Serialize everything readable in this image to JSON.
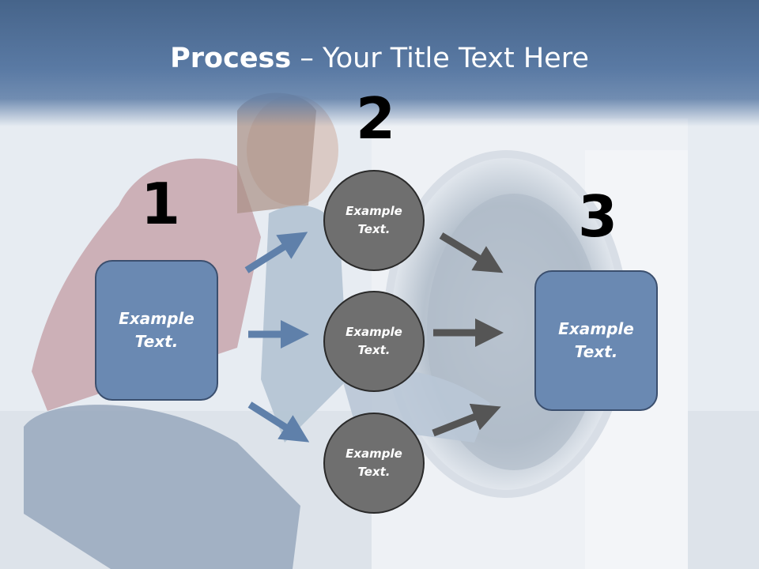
{
  "title": {
    "bold": "Process",
    "rest": " – Your Title Text Here"
  },
  "steps": [
    {
      "number": "1",
      "label": "Example Text."
    },
    {
      "number": "2",
      "items": [
        "Example Text.",
        "Example Text.",
        "Example Text."
      ]
    },
    {
      "number": "3",
      "label": "Example Text."
    }
  ],
  "colors": {
    "box_fill": "#6a89b2",
    "circle_fill": "#6f6f6f",
    "arrow_blue": "#5f80aa",
    "arrow_gray": "#555555",
    "title_band": "#4f6f99"
  }
}
